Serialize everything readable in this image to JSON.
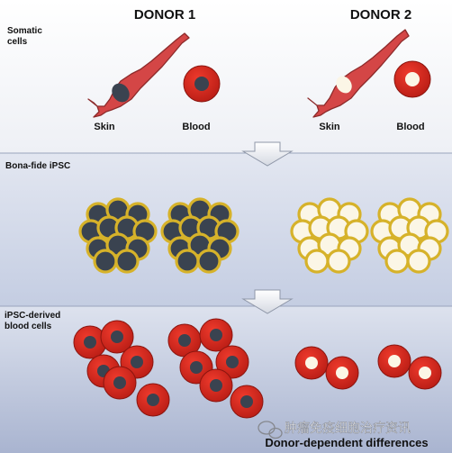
{
  "header": {
    "donor1": "DONOR 1",
    "donor2": "DONOR 2"
  },
  "rows": {
    "somatic": {
      "label_line1": "Somatic",
      "label_line2": "cells"
    },
    "ipsc": {
      "label": "Bona-fide iPSC"
    },
    "derived": {
      "label_line1": "iPSC-derived",
      "label_line2": "blood cells"
    }
  },
  "cell_labels": {
    "skin": "Skin",
    "blood": "Blood"
  },
  "footer": {
    "caption": "Donor-dependent differences",
    "watermark": "肿瘤免疫细胞治疗资讯"
  },
  "colors": {
    "red_cell": "#d9261c",
    "red_cell_dark": "#b51c14",
    "nucleus_dark": "#3a4350",
    "nucleus_light": "#fbf6e6",
    "ipsc_ring": "#d6b22a",
    "panel_top": "#f1f2f6",
    "panel_mid": "#cfd6e8",
    "panel_bottom": "#b7c1da"
  }
}
